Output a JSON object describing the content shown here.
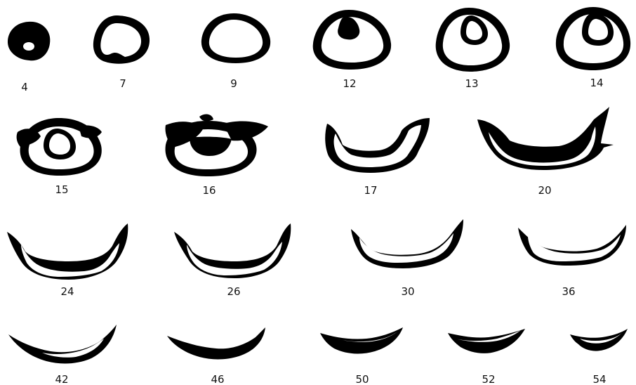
{
  "sections": [
    {
      "label": "4"
    },
    {
      "label": "7"
    },
    {
      "label": "9"
    },
    {
      "label": "12"
    },
    {
      "label": "13"
    },
    {
      "label": "14"
    },
    {
      "label": "15"
    },
    {
      "label": "16"
    },
    {
      "label": "17"
    },
    {
      "label": "20"
    },
    {
      "label": "24"
    },
    {
      "label": "26"
    },
    {
      "label": "30"
    },
    {
      "label": "36"
    },
    {
      "label": "42"
    },
    {
      "label": "46"
    },
    {
      "label": "50"
    },
    {
      "label": "52"
    },
    {
      "label": "54"
    }
  ],
  "colors": {
    "ink": "#000000",
    "paper": "#ffffff"
  }
}
